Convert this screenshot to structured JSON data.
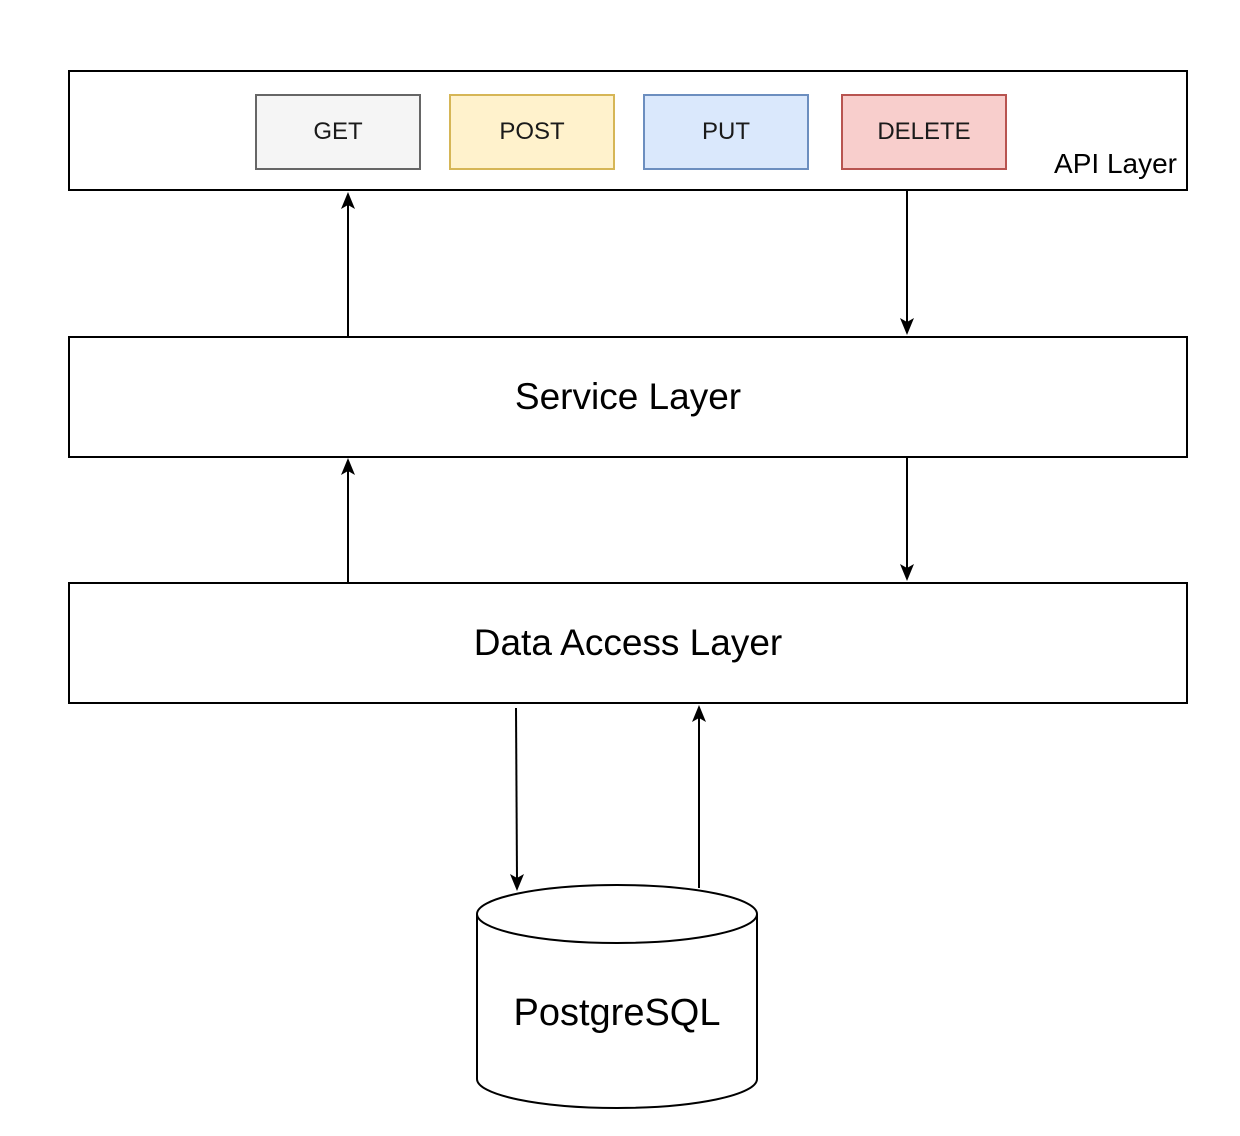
{
  "api_layer": {
    "label": "API Layer",
    "methods": [
      {
        "label": "GET",
        "fill": "#f5f5f5",
        "stroke": "#666666"
      },
      {
        "label": "POST",
        "fill": "#fff2cc",
        "stroke": "#d6b656"
      },
      {
        "label": "PUT",
        "fill": "#dae8fc",
        "stroke": "#6c8ebf"
      },
      {
        "label": "DELETE",
        "fill": "#f8cecc",
        "stroke": "#b85450"
      }
    ]
  },
  "service_layer": {
    "label": "Service Layer"
  },
  "data_access_layer": {
    "label": "Data Access Layer"
  },
  "database": {
    "label": "PostgreSQL"
  }
}
